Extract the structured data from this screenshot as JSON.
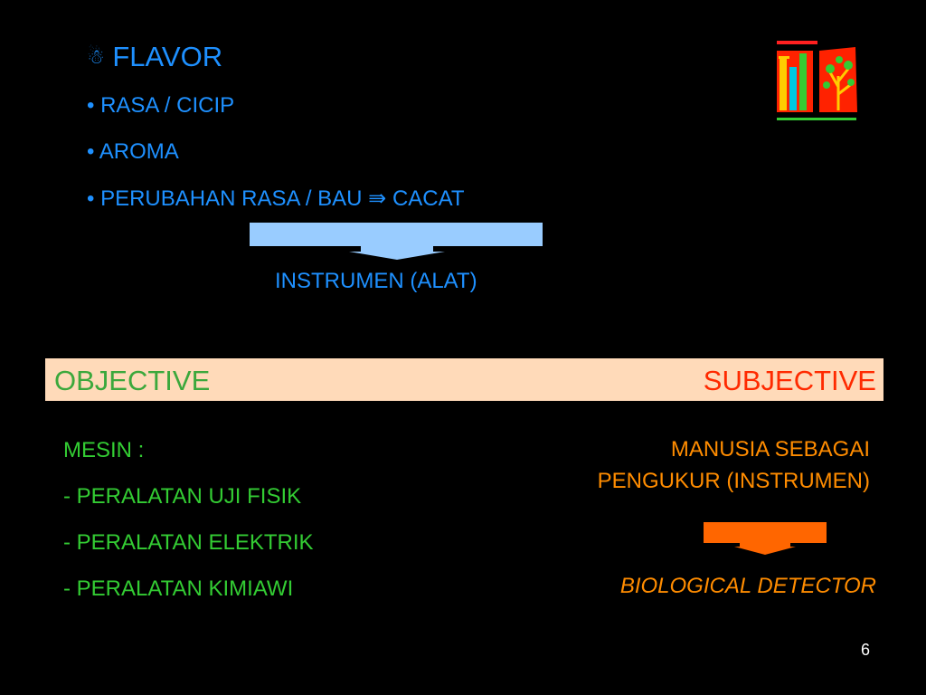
{
  "flavor": {
    "icon": "snowman-icon",
    "title": "FLAVOR",
    "bullets": [
      "RASA / CICIP",
      "AROMA",
      "PERUBAHAN RASA / BAU ⇛ CACAT"
    ],
    "bullet_char": "•"
  },
  "instrumen_label": "INSTRUMEN (ALAT)",
  "band": {
    "left": "OBJECTIVE",
    "right": "SUBJECTIVE"
  },
  "objective": {
    "heading": "MESIN :",
    "items": [
      "- PERALATAN UJI FISIK",
      "- PERALATAN ELEKTRIK",
      "- PERALATAN KIMIAWI"
    ]
  },
  "subjective": {
    "line1": "MANUSIA SEBAGAI",
    "line2": "PENGUKUR (INSTRUMEN)",
    "detector": "BIOLOGICAL DETECTOR"
  },
  "page_number": "6",
  "colors": {
    "blue": "#1E90FF",
    "light_blue_arrow": "#99CCFF",
    "green": "#33CC33",
    "orange": "#FF8C00",
    "orange_arrow": "#FF6600",
    "band": "#FFDAB9",
    "subjective_red": "#FF2A00"
  }
}
